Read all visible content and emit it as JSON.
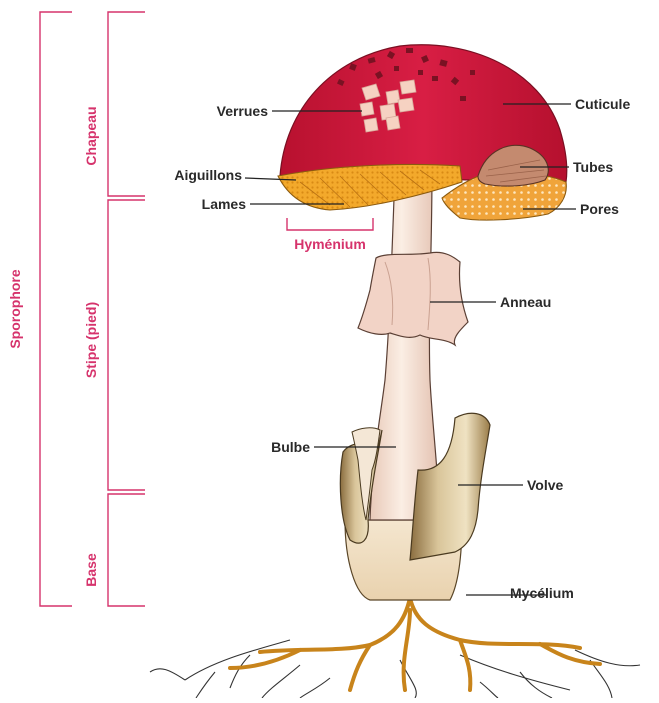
{
  "colors": {
    "bracket": "#d6336c",
    "cap": "#d11a3d",
    "gills": "#f0a326",
    "stipe": "#f4ddd0",
    "volva": "#b59a6a",
    "roots": "#c8841b"
  },
  "brackets": {
    "sporophore": "Sporophore",
    "chapeau": "Chapeau",
    "stipe": "Stipe (pied)",
    "base": "Base",
    "hymenium": "Hyménium"
  },
  "labels": {
    "verrues": "Verrues",
    "cuticule": "Cuticule",
    "aiguillons": "Aiguillons",
    "tubes": "Tubes",
    "lames": "Lames",
    "pores": "Pores",
    "anneau": "Anneau",
    "bulbe": "Bulbe",
    "volve": "Volve",
    "mycelium": "Mycélium"
  }
}
